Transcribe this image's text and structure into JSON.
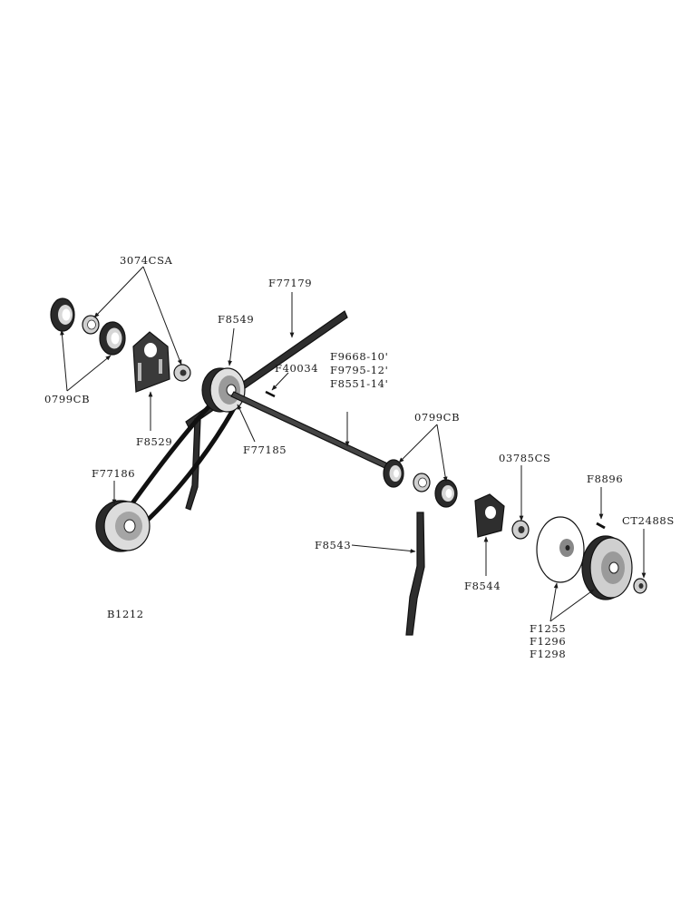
{
  "labels": {
    "p3074csa": "3074CSA",
    "f77179": "F77179",
    "f8549": "F8549",
    "f9668": "F9668-10'",
    "f9795": "F9795-12'",
    "f8551": "F8551-14'",
    "f40034": "F40034",
    "p0799cb_left": "0799CB",
    "f8529": "F8529",
    "f77185": "F77185",
    "f77186": "F77186",
    "p0799cb_right": "0799CB",
    "p03785cs": "03785CS",
    "f8896": "F8896",
    "ct2488s": "CT2488S",
    "f8543": "F8543",
    "f8544": "F8544",
    "f1255": "F1255",
    "f1296": "F1296",
    "f1298": "F1298",
    "b1212": "B1212"
  }
}
